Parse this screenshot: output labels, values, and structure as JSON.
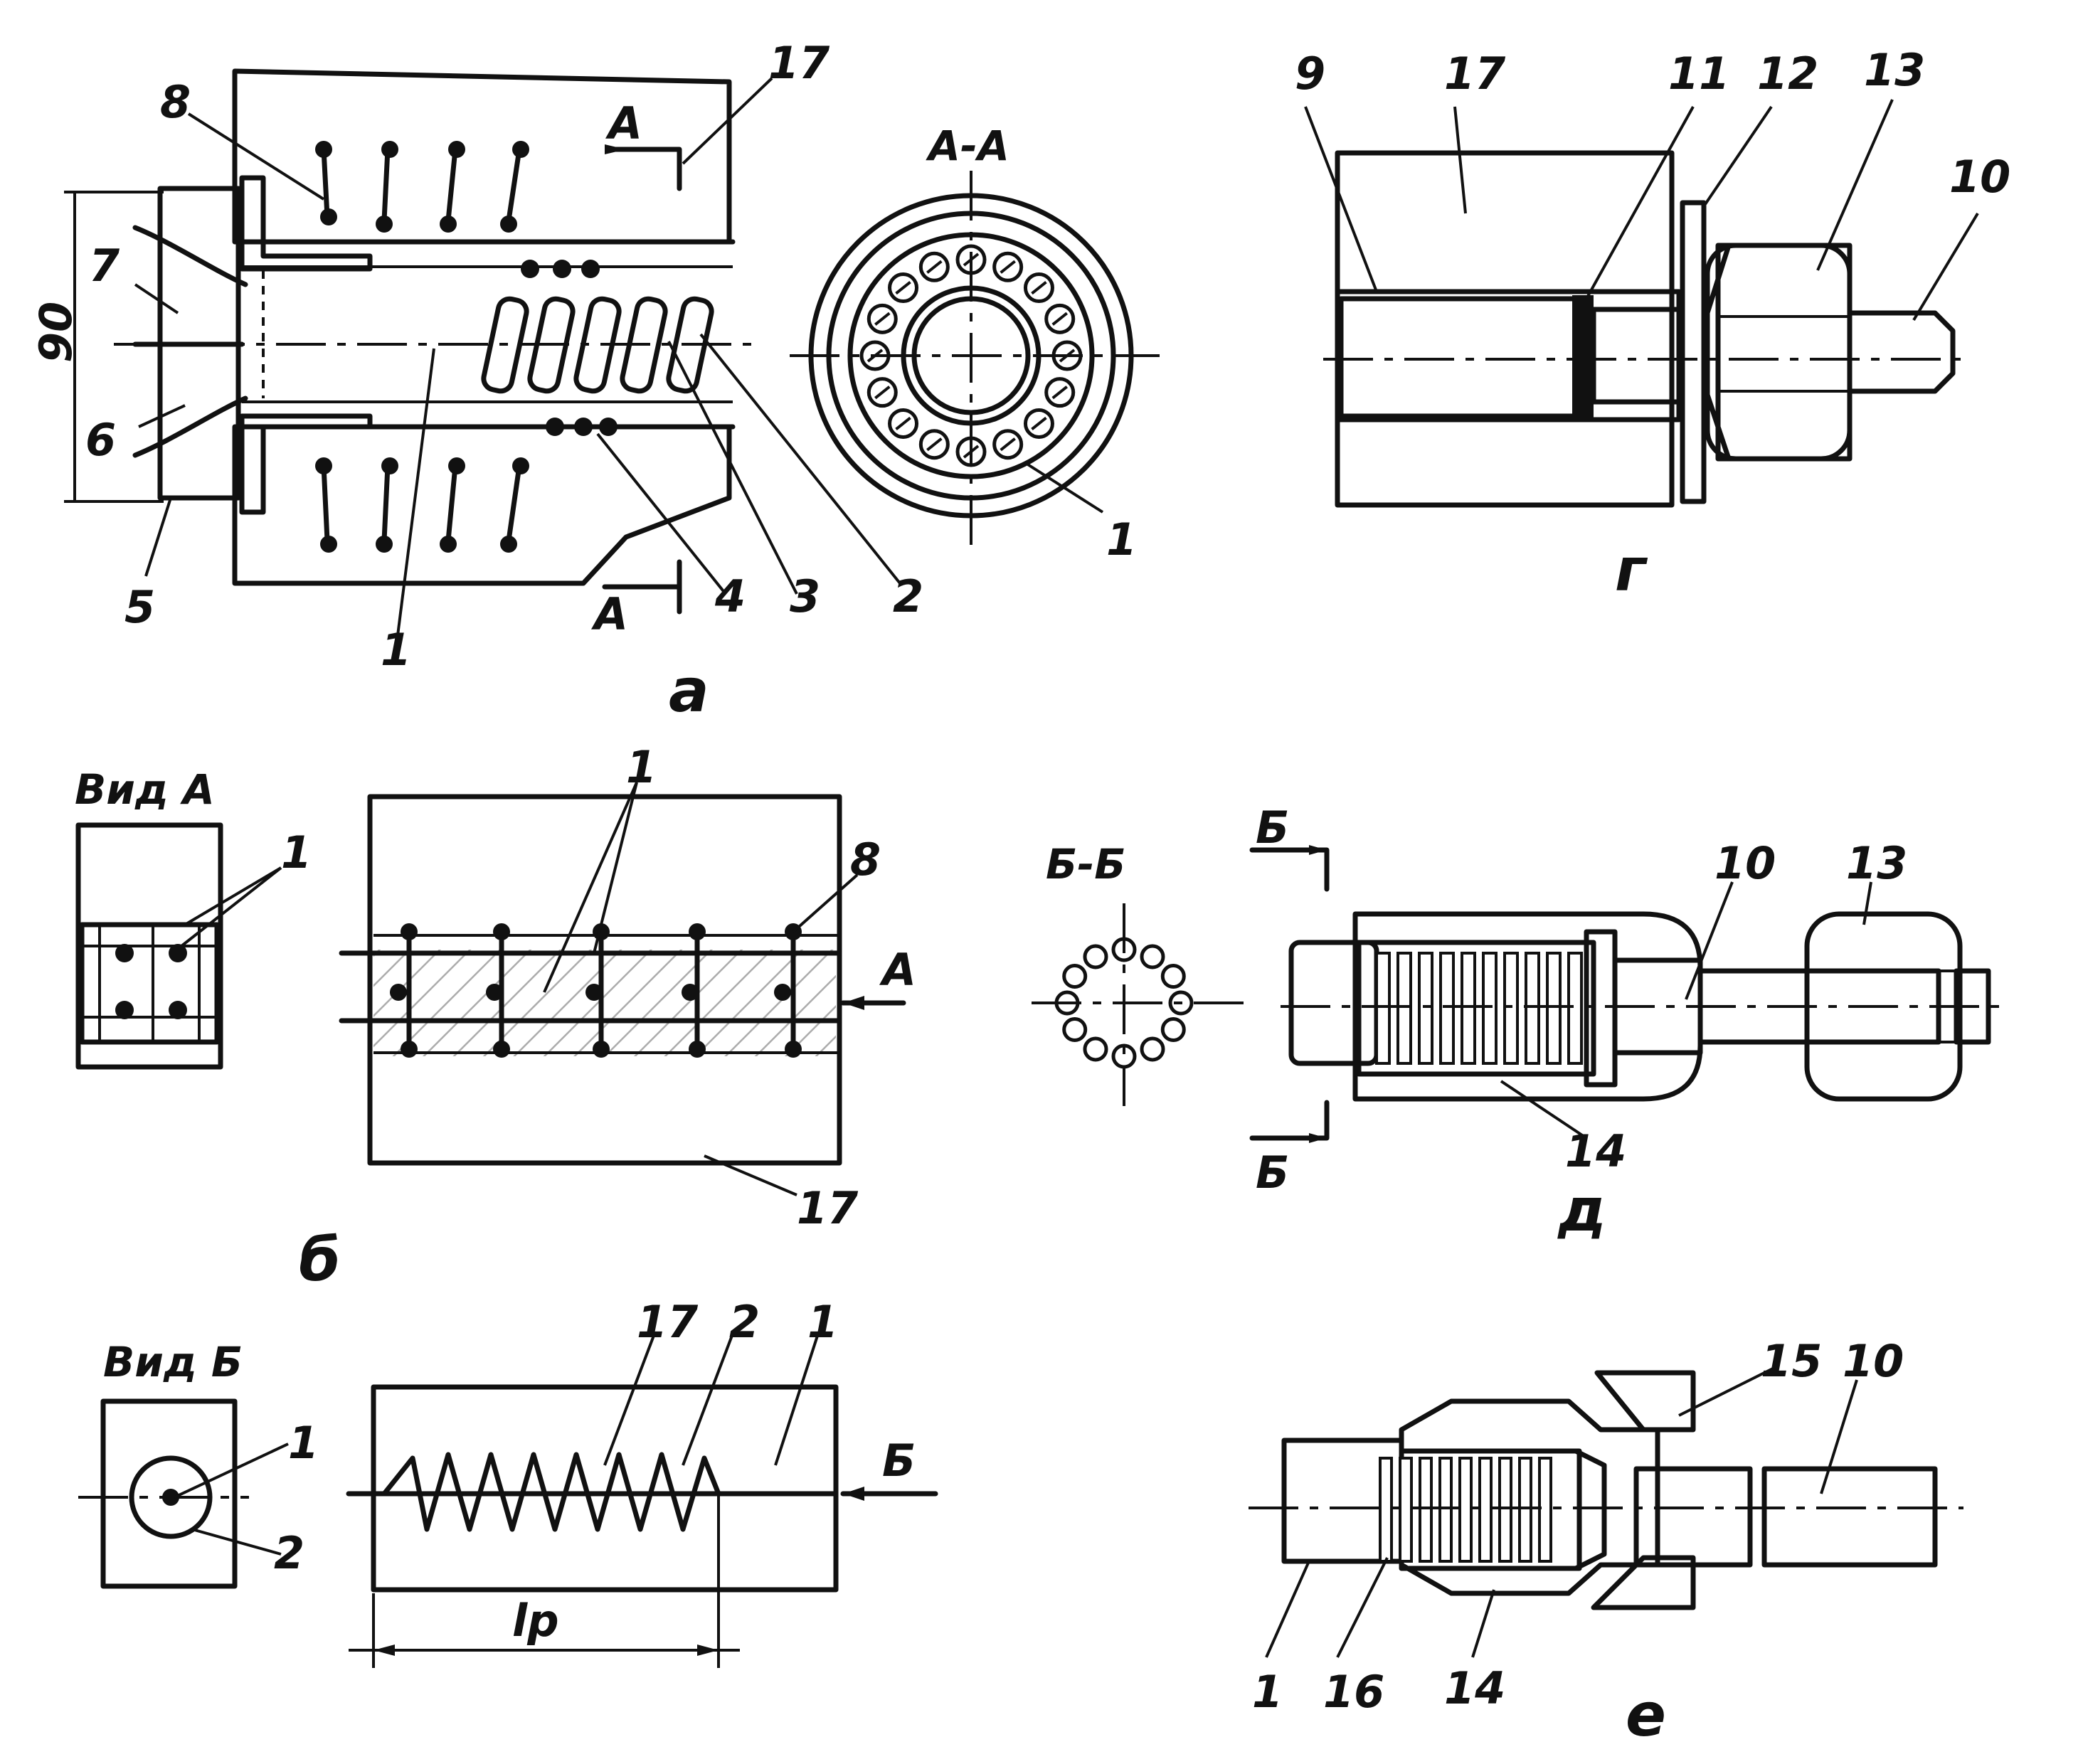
{
  "figures": {
    "a": {
      "caption": "а",
      "section_title": "А-А",
      "cut_marker": "А",
      "dimension": "90",
      "labels": [
        "8",
        "17",
        "7",
        "6",
        "5",
        "1",
        "4",
        "3",
        "2",
        "1"
      ]
    },
    "g": {
      "caption": "г",
      "labels": [
        "9",
        "17",
        "11",
        "12",
        "13",
        "10"
      ]
    },
    "b": {
      "caption": "б",
      "view_title": "Вид А",
      "view_label": "1",
      "labels": [
        "1",
        "8",
        "17"
      ],
      "arrow_label": "А"
    },
    "d": {
      "caption": "д",
      "section_title": "Б-Б",
      "cut_marker": "Б",
      "labels": [
        "10",
        "13",
        "14"
      ]
    },
    "v": {
      "view_title": "Вид Б",
      "view_labels": [
        "1",
        "2"
      ],
      "labels": [
        "17",
        "2",
        "1"
      ],
      "arrow_label": "Б",
      "dimension_label": "lр"
    },
    "e": {
      "caption": "е",
      "labels": [
        "15",
        "10",
        "1",
        "16",
        "14"
      ]
    }
  }
}
